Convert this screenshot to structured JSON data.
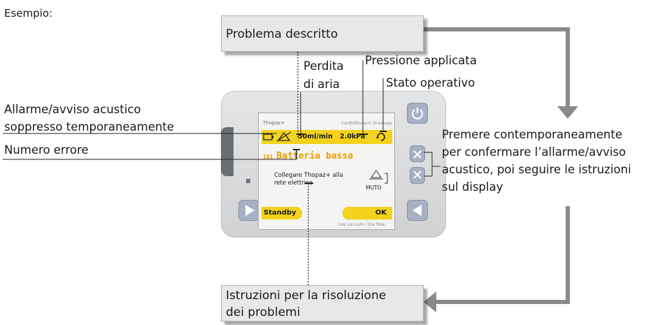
{
  "example_label": "Esempio:",
  "callout_top": "Problema descritto",
  "callout_bottom_line1": "Istruzioni per la risoluzione",
  "callout_bottom_line2": "dei problemi",
  "label_leak_line1": "Perdita",
  "label_leak_line2": "di aria",
  "label_pressure": "Pressione applicata",
  "label_state": "Stato operativo",
  "label_alarm_line1": "Allarme/avviso acustico",
  "label_alarm_line2": "soppresso temporaneamente",
  "label_error": "Numero errore",
  "label_confirm": [
    "Premere contemporaneamente",
    "per confermare l’allarme/avviso",
    "acustico, poi seguire le istruzioni",
    "sul display"
  ],
  "device": {
    "brand": "Thopaz+",
    "mode_small": "Cardiothoracic Drainage",
    "flow": "50ml/min",
    "pressure": "2.0kPa",
    "error_num": "101",
    "error_title": "Batteria bassa",
    "instr_line1": "Collegare Thopaz+ alla",
    "instr_line2": "rete elettrica",
    "mute_label": "MUTO",
    "standby": "Standby",
    "ok": "OK",
    "footnote": "low vacuum / low flow"
  },
  "colors": {
    "screen_yellow": "#f2d21c",
    "callout_fill": "#e8e8e8",
    "arrow_gray": "#8a8a8a",
    "button_blue": "#a7b1c3",
    "error_orange": "#e8a000"
  }
}
